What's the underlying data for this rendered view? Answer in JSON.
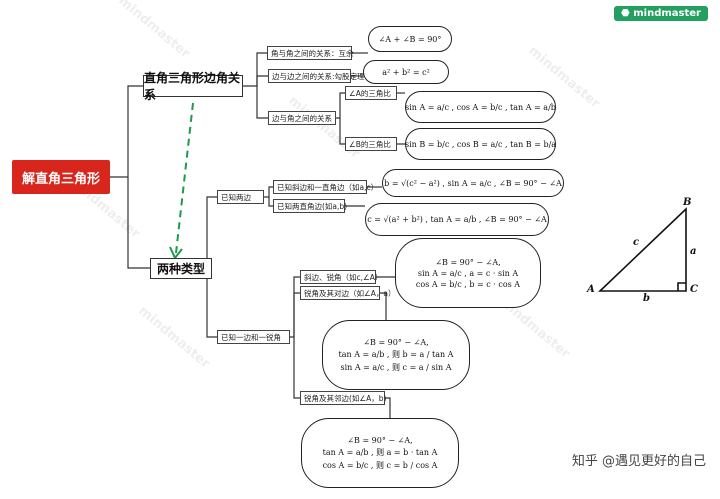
{
  "brand": "mindmaster",
  "watermark": "mindmaster",
  "credit": "知乎 @遇见更好的自己",
  "root": "解直角三角形",
  "branches": {
    "relations": "直角三角形边角关系",
    "types": "两种类型"
  },
  "relations_sub": {
    "angles": "角与角之间的关系：互余",
    "sides": "边与边之间的关系:勾股定理",
    "side_angle": "边与角之间的关系",
    "ratio_a": "∠A的三角比",
    "ratio_b": "∠B的三角比"
  },
  "formulas": {
    "angles": "∠A + ∠B = 90°",
    "sides": "a² + b² = c²",
    "ratio_a": "sin A = a/c , cos A = b/c , tan A = a/b",
    "ratio_b": "sin B = b/c , cos B = a/c , tan B = b/a"
  },
  "types_sub": {
    "two_sides": "已知两边",
    "hyp_leg": "已知斜边和一直角边（如a,c）",
    "two_legs": "已知两直角边(如a,b)",
    "side_angle": "已知一边和一锐角",
    "hyp_acute": "斜边、锐角（如c,∠A）",
    "acute_opp": "锐角及其对边（如∠A，a）",
    "acute_adj": "锐角及其邻边(如∠A，b)"
  },
  "type_formulas": {
    "hyp_leg": "b = √(c² − a²) ,  sin A = a/c ,  ∠B = 90° − ∠A",
    "two_legs": "c = √(a² + b²) ,  tan A = a/b ,  ∠B = 90° − ∠A",
    "hyp_acute": [
      "∠B = 90° − ∠A,",
      "sin A = a/c , a = c · sin A",
      "cos A = b/c , b = c · cos A"
    ],
    "acute_opp": [
      "∠B = 90° − ∠A,",
      "tan A = a/b , 则 b = a / tan A",
      "sin A = a/c , 则 c = a / sin A"
    ],
    "acute_adj": [
      "∠B = 90° − ∠A,",
      "tan A = a/b , 则 a = b · tan A",
      "cos A = b/c , 则 c = b / cos A"
    ]
  },
  "triangle": {
    "vertex_a": "A",
    "vertex_b": "B",
    "vertex_c": "C",
    "side_a": "a",
    "side_b": "b",
    "side_c": "c"
  },
  "colors": {
    "root_bg": "#d9261c",
    "dashed_arrow": "#1e9a4a",
    "brand_bg": "#22a060"
  }
}
